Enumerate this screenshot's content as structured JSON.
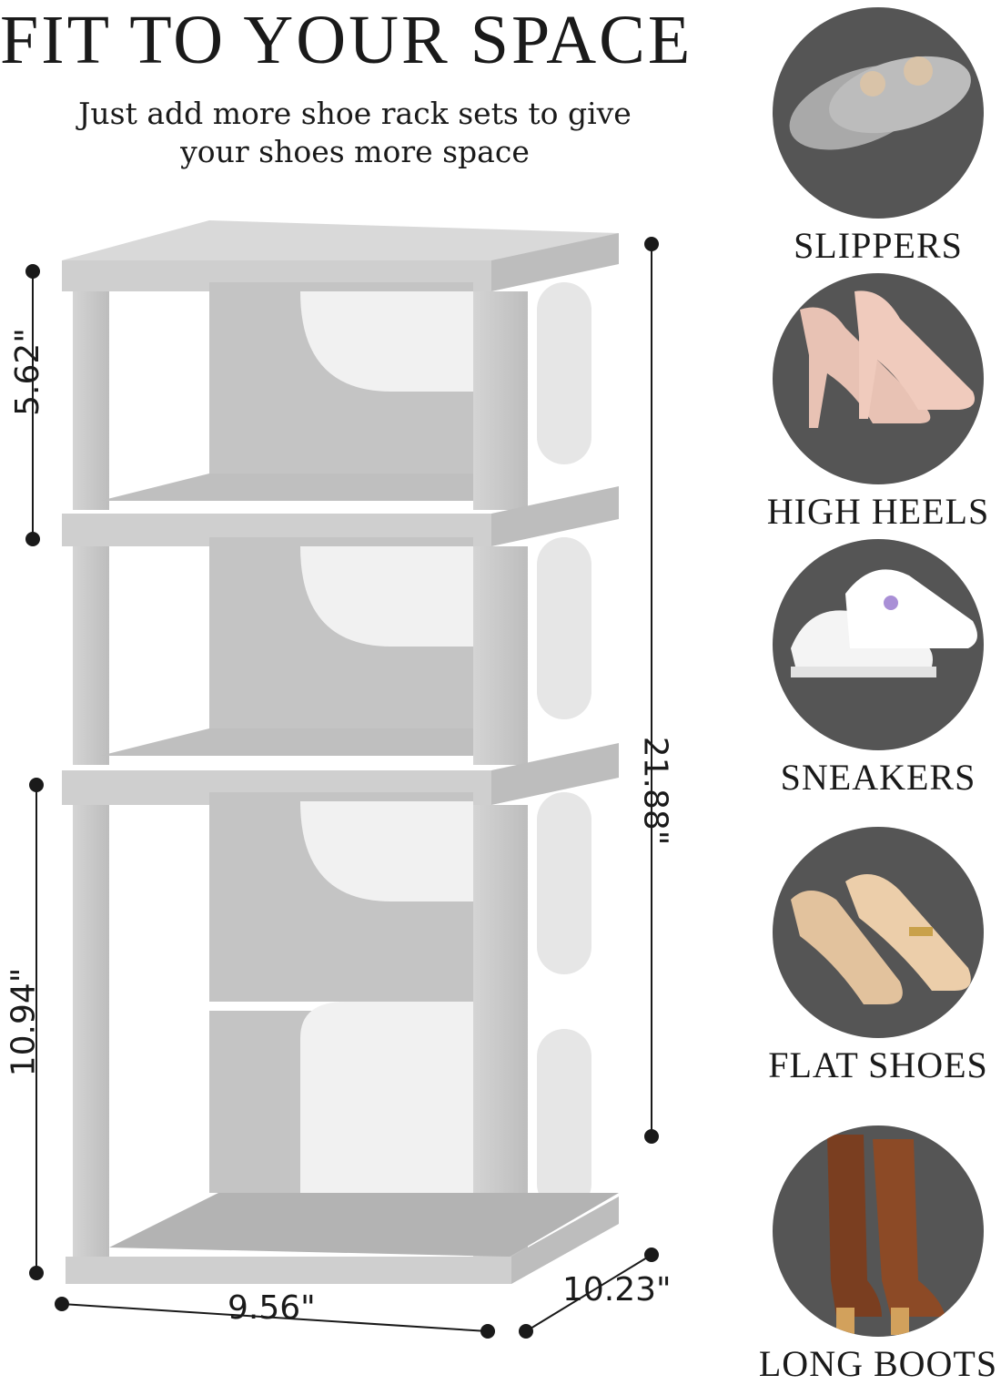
{
  "headline": "FIT TO YOUR SPACE",
  "subtitle_line1": "Just add more shoe rack sets to give",
  "subtitle_line2": "your shoes more space",
  "dimensions": {
    "tier_height": "5.62\"",
    "total_height": "21.88\"",
    "double_tier_height": "10.94\"",
    "width": "9.56\"",
    "depth": "10.23\""
  },
  "categories": [
    {
      "label": "SLIPPERS",
      "icon": "slipper-icon"
    },
    {
      "label": "HIGH HEELS",
      "icon": "high-heel-icon"
    },
    {
      "label": "SNEAKERS",
      "icon": "sneaker-icon"
    },
    {
      "label": "FLAT SHOES",
      "icon": "flat-shoe-icon"
    },
    {
      "label": "LONG BOOTS",
      "icon": "boot-icon"
    }
  ],
  "colors": {
    "rack_gray": "#c8c8c8",
    "circle_gray": "#555555",
    "text": "#1a1a1a"
  }
}
